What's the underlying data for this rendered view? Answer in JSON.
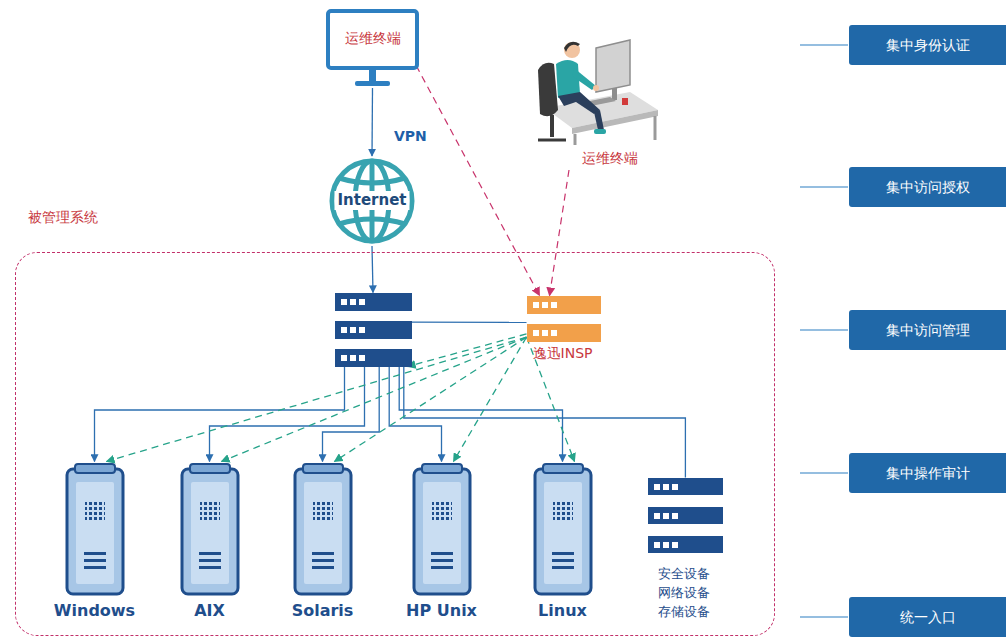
{
  "diagram": {
    "nodes": [
      {
        "text": [
          "运维终端"
        ]
      },
      {
        "text": [
          "Internet"
        ]
      },
      {
        "text": [
          "运维终端"
        ]
      },
      {
        "text": [
          "被管理系统"
        ]
      },
      {
        "text": [],
        "in": 3
      },
      {
        "text": [
          "逸迅INSP"
        ],
        "in": 3
      },
      {
        "text": [
          "Windows"
        ],
        "in": 3
      },
      {
        "text": [
          "AIX"
        ],
        "in": 3
      },
      {
        "text": [
          "Solaris"
        ],
        "in": 3
      },
      {
        "text": [
          "HP Unix"
        ],
        "in": 3
      },
      {
        "text": [
          "Linux"
        ],
        "in": 3
      },
      {
        "text": [
          "安全设备 网络设备 存储设备"
        ],
        "in": 3
      },
      {
        "text": [
          "集中身份认证"
        ]
      },
      {
        "text": [
          "集中访问授权"
        ]
      },
      {
        "text": [
          "集中访问管理"
        ]
      },
      {
        "text": [
          "集中操作审计"
        ]
      },
      {
        "text": [
          "统一入口"
        ]
      }
    ],
    "edges": [
      {
        "from": 0,
        "to": 1,
        "arrow": "to",
        "label": "VPN"
      },
      {
        "from": 1,
        "to": 4,
        "arrow": "to"
      },
      {
        "from": 0,
        "to": 5,
        "arrow": "to"
      },
      {
        "from": 2,
        "to": 5,
        "arrow": "to"
      },
      {
        "from": 4,
        "to": 5,
        "arrow": "none"
      },
      {
        "from": 4,
        "to": 6,
        "arrow": "to"
      },
      {
        "from": 4,
        "to": 7,
        "arrow": "to"
      },
      {
        "from": 4,
        "to": 8,
        "arrow": "to"
      },
      {
        "from": 4,
        "to": 9,
        "arrow": "to"
      },
      {
        "from": 4,
        "to": 10,
        "arrow": "to"
      },
      {
        "from": 4,
        "to": 11,
        "arrow": "none"
      },
      {
        "from": 5,
        "to": 6,
        "arrow": "to"
      },
      {
        "from": 5,
        "to": 7,
        "arrow": "to"
      },
      {
        "from": 5,
        "to": 8,
        "arrow": "to"
      },
      {
        "from": 5,
        "to": 9,
        "arrow": "to"
      },
      {
        "from": 5,
        "to": 10,
        "arrow": "to"
      },
      {
        "from": 5,
        "to": 4,
        "arrow": "to"
      }
    ]
  }
}
